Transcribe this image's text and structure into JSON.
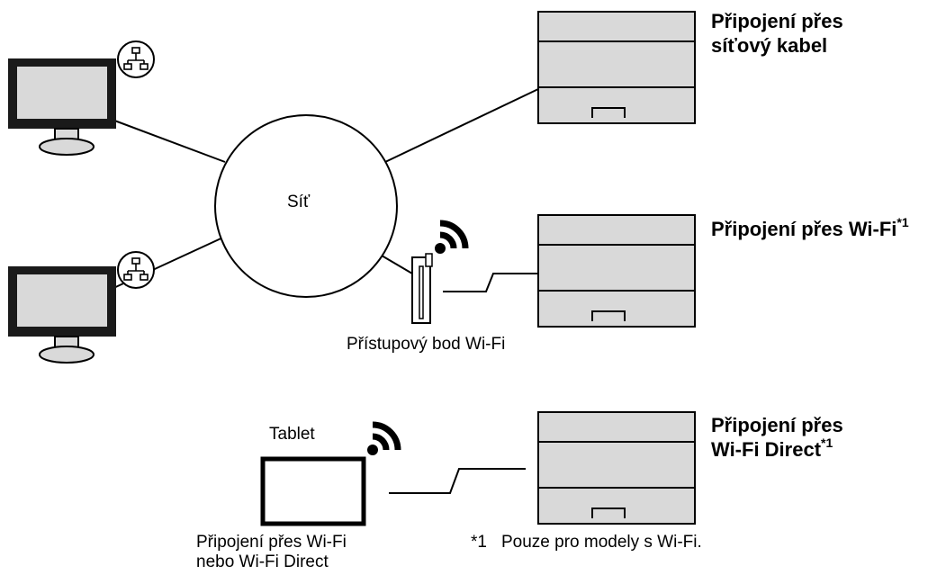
{
  "network": {
    "label": "Síť"
  },
  "connections": {
    "cable": {
      "line1": "Připojení přes",
      "line2": "síťový kabel"
    },
    "wifi": {
      "text": "Připojení přes Wi-Fi",
      "mark": "*1"
    },
    "wifi_direct": {
      "line1": "Připojení přes",
      "line2": "Wi-Fi Direct",
      "mark": "*1"
    }
  },
  "access_point": {
    "label": "Přístupový bod Wi-Fi"
  },
  "tablet": {
    "label": "Tablet",
    "caption_line1": "Připojení přes Wi-Fi",
    "caption_line2": "nebo Wi-Fi Direct"
  },
  "footnote": {
    "mark": "*1",
    "text": "Pouze pro modely s Wi-Fi."
  },
  "icons": [
    "computer-icon",
    "lan-icon",
    "printer-icon",
    "wifi-access-point-icon",
    "wifi-signal-icon",
    "tablet-icon"
  ]
}
